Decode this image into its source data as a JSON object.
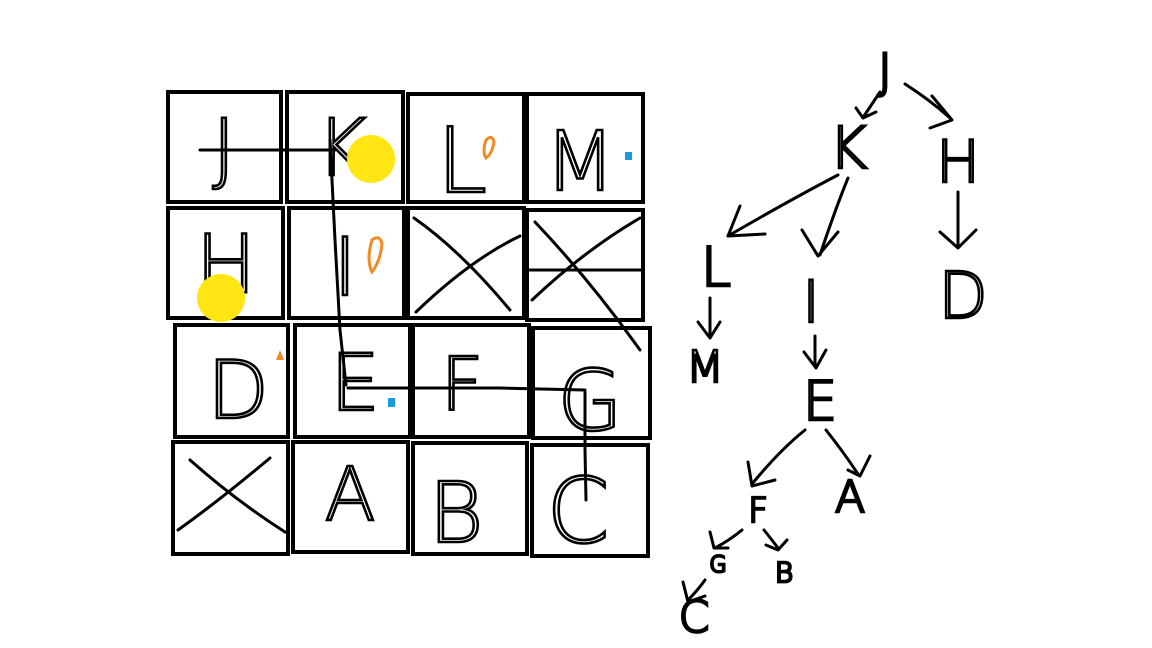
{
  "grid": {
    "rows": [
      [
        {
          "letter": "J"
        },
        {
          "letter": "K"
        },
        {
          "letter": "L"
        },
        {
          "letter": "M"
        }
      ],
      [
        {
          "letter": "H"
        },
        {
          "letter": "I"
        },
        {
          "letter": ""
        },
        {
          "letter": ""
        }
      ],
      [
        {
          "letter": "D"
        },
        {
          "letter": "E"
        },
        {
          "letter": "F"
        },
        {
          "letter": "G"
        }
      ],
      [
        {
          "letter": ""
        },
        {
          "letter": "A"
        },
        {
          "letter": "B"
        },
        {
          "letter": "C"
        }
      ]
    ]
  },
  "tree": {
    "nodes": {
      "J": "J",
      "K": "K",
      "H": "H",
      "L": "L",
      "I": "I",
      "D": "D",
      "M": "M",
      "E": "E",
      "F": "F",
      "A": "A",
      "G": "G",
      "B": "B",
      "C": "C"
    }
  },
  "colors": {
    "yellow_marker": "#FFE512",
    "orange_mark": "#F28A27",
    "blue_mark": "#1A9BE0",
    "ink": "#000000"
  }
}
